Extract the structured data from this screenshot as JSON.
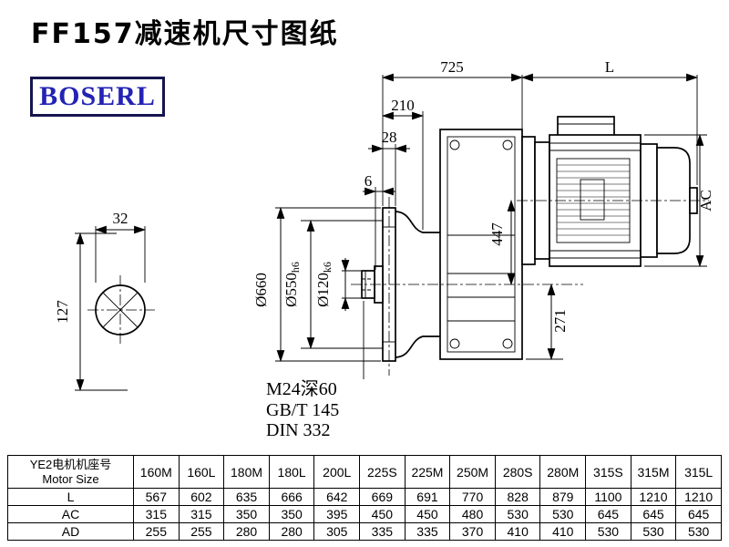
{
  "title": "FF157减速机尺寸图纸",
  "logo": {
    "text": "BOSERL"
  },
  "drawing": {
    "dims": {
      "d725": "725",
      "dL": "L",
      "d210": "210",
      "d28": "28",
      "d6": "6",
      "dAC": "AC",
      "d447": "447",
      "d271": "271",
      "d32": "32",
      "d127": "127",
      "d660": "Ø660",
      "d550": "Ø550",
      "d550_tol": "h6",
      "d120": "Ø120",
      "d120_tol": "k6"
    },
    "notes": [
      "M24深60",
      "GB/T 145",
      "DIN 332"
    ]
  },
  "table": {
    "header": {
      "line1": "YE2电机机座号",
      "line2": "Motor Size"
    },
    "sizes": [
      "160M",
      "160L",
      "180M",
      "180L",
      "200L",
      "225S",
      "225M",
      "250M",
      "280S",
      "280M",
      "315S",
      "315M",
      "315L"
    ],
    "rows": [
      {
        "label": "L",
        "values": [
          "567",
          "602",
          "635",
          "666",
          "642",
          "669",
          "691",
          "770",
          "828",
          "879",
          "1100",
          "1210",
          "1210"
        ]
      },
      {
        "label": "AC",
        "values": [
          "315",
          "315",
          "350",
          "350",
          "395",
          "450",
          "450",
          "480",
          "530",
          "530",
          "645",
          "645",
          "645"
        ]
      },
      {
        "label": "AD",
        "values": [
          "255",
          "255",
          "280",
          "280",
          "305",
          "335",
          "335",
          "370",
          "410",
          "410",
          "530",
          "530",
          "530"
        ]
      }
    ]
  }
}
